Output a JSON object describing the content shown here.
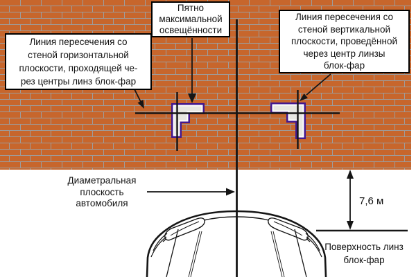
{
  "diagram": {
    "spot_label": {
      "lines": [
        "Пятно",
        "максимальной",
        "освещённости"
      ]
    },
    "horizontal_line_label": {
      "lines": [
        "Линия пересечения со",
        "стеной горизонтальной",
        "плоскости, проходящей че-",
        "рез центры линз блок-фар"
      ]
    },
    "vertical_line_label": {
      "lines": [
        "Линия пересечения со",
        "стеной вертикальной",
        "плоскости, проведённой",
        "через центр линзы",
        "блок-фар"
      ]
    },
    "diametral_plane_label": {
      "lines": [
        "Диаметральная",
        "плоскость",
        "автомобиля"
      ]
    },
    "lens_surface_label": {
      "lines": [
        "Поверхность линз",
        "блок-фар"
      ]
    },
    "distance_label": "7,6 м"
  },
  "colors": {
    "brick": "#c7662c",
    "mortar": "#9d9d9d",
    "beam_border": "#42188f",
    "beam_inner_outline": "#ffffff",
    "beam_fill": "#e7e7e2",
    "line": "#151515",
    "background": "#ffffff"
  }
}
